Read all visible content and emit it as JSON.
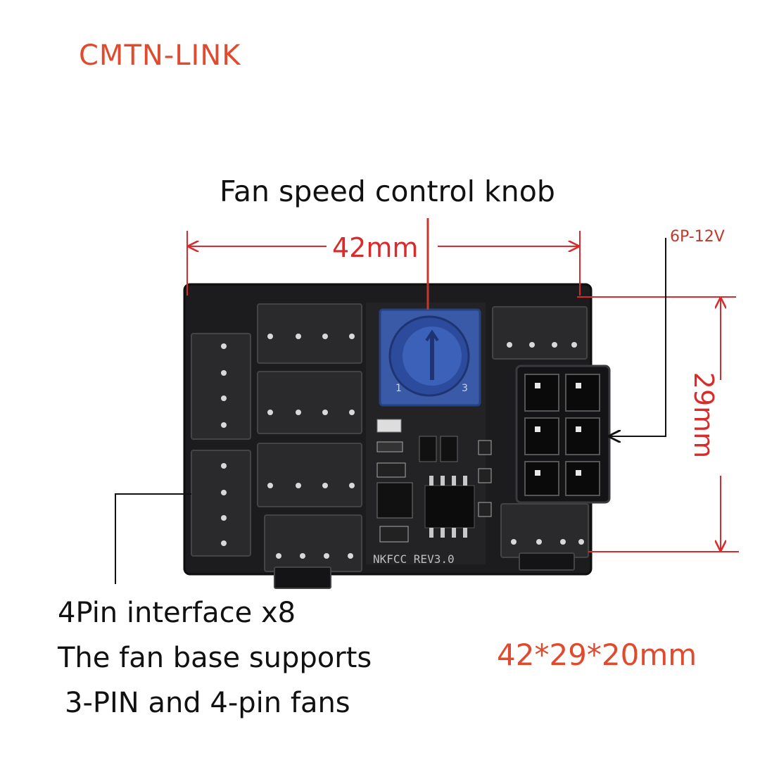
{
  "brand": "CMTN-LINK",
  "labels": {
    "knob": "Fan speed control knob",
    "width": "42mm",
    "height": "29mm",
    "power_connector": "6P-12V",
    "pcb_silk": "NKFCC REV3.0",
    "knob_mark_left": "1",
    "knob_mark_right": "3"
  },
  "description": {
    "line1": "4Pin interface x8",
    "line2": "The fan base supports",
    "line3": " 3-PIN and 4-pin fans"
  },
  "dimensions": "42*29*20mm",
  "colors": {
    "brand": "#e04a2e",
    "dimension": "#d92b2b",
    "board": "#1e1e20",
    "knob": "#3a5aa8"
  }
}
